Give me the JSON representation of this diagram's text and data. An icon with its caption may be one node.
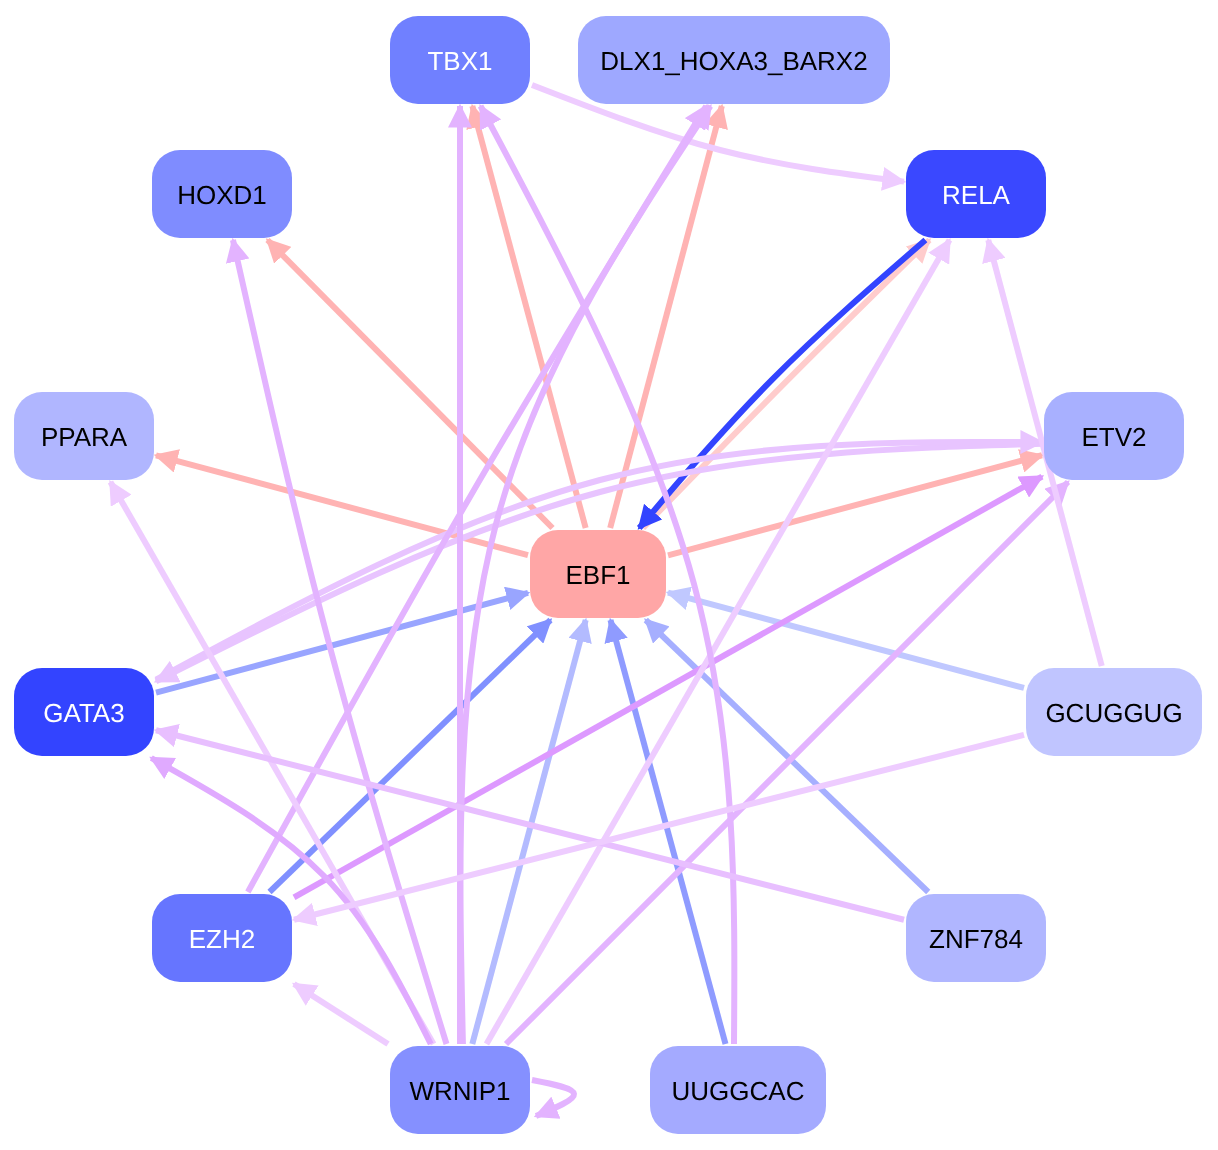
{
  "diagram": {
    "nodes": [
      {
        "text": [
          "TBX1"
        ]
      },
      {
        "text": [
          "DLX1_HOXA3_BARX2"
        ]
      },
      {
        "text": [
          "HOXD1"
        ]
      },
      {
        "text": [
          "RELA"
        ]
      },
      {
        "text": [
          "PPARA"
        ]
      },
      {
        "text": [
          "ETV2"
        ]
      },
      {
        "text": [
          "EBF1"
        ]
      },
      {
        "text": [
          "GATA3"
        ]
      },
      {
        "text": [
          "GCUGGUG"
        ]
      },
      {
        "text": [
          "EZH2"
        ]
      },
      {
        "text": [
          "ZNF784"
        ]
      },
      {
        "text": [
          "WRNIP1"
        ]
      },
      {
        "text": [
          "UUGGCAC"
        ]
      }
    ],
    "edges": [
      {
        "from": 6,
        "to": 2,
        "arrow": "to",
        "color": "#ffb3b3"
      },
      {
        "from": 6,
        "to": 0,
        "arrow": "to",
        "color": "#ffb3b3"
      },
      {
        "from": 6,
        "to": 1,
        "arrow": "to",
        "color": "#ffb3b3"
      },
      {
        "from": 6,
        "to": 4,
        "arrow": "to",
        "color": "#ffb3b3"
      },
      {
        "from": 6,
        "to": 5,
        "arrow": "to",
        "color": "#ffb3b3"
      },
      {
        "from": 6,
        "to": 3,
        "arrow": "to",
        "color": "#ffcccc"
      },
      {
        "from": 3,
        "to": 6,
        "arrow": "to",
        "color": "#3344ff"
      },
      {
        "from": 0,
        "to": 3,
        "arrow": "to",
        "color": "#eeccff"
      },
      {
        "from": 7,
        "to": 6,
        "arrow": "to",
        "color": "#99a5ff"
      },
      {
        "from": 9,
        "to": 6,
        "arrow": "to",
        "color": "#8090ff"
      },
      {
        "from": 11,
        "to": 6,
        "arrow": "to",
        "color": "#b3bbff"
      },
      {
        "from": 12,
        "to": 6,
        "arrow": "to",
        "color": "#8f9bff"
      },
      {
        "from": 10,
        "to": 6,
        "arrow": "to",
        "color": "#a6afff"
      },
      {
        "from": 8,
        "to": 6,
        "arrow": "to",
        "color": "#c0c8ff"
      },
      {
        "from": 5,
        "to": 7,
        "arrow": "to",
        "color": "#e8c4ff"
      },
      {
        "from": 7,
        "to": 5,
        "arrow": "to",
        "color": "#e8c4ff"
      },
      {
        "from": 9,
        "to": 5,
        "arrow": "to",
        "color": "#dd99ff"
      },
      {
        "from": 11,
        "to": 5,
        "arrow": "to"
      },
      {
        "from": 8,
        "to": 3,
        "arrow": "to",
        "color": "#eeccff"
      },
      {
        "from": 11,
        "to": 3,
        "arrow": "to",
        "color": "#eeccff"
      },
      {
        "from": 9,
        "to": 1,
        "arrow": "to"
      },
      {
        "from": 11,
        "to": 1,
        "arrow": "to"
      },
      {
        "from": 11,
        "to": 0,
        "arrow": "to"
      },
      {
        "from": 12,
        "to": 0,
        "arrow": "to"
      },
      {
        "from": 11,
        "to": 2,
        "arrow": "to"
      },
      {
        "from": 11,
        "to": 4,
        "arrow": "to",
        "color": "#eeccff"
      },
      {
        "from": 11,
        "to": 7,
        "arrow": "to",
        "color": "#e0aaff"
      },
      {
        "from": 10,
        "to": 7,
        "arrow": "to",
        "color": "#e8bfff"
      },
      {
        "from": 8,
        "to": 9,
        "arrow": "to",
        "color": "#eeccff"
      },
      {
        "from": 11,
        "to": 9,
        "arrow": "to",
        "color": "#eeccff"
      },
      {
        "from": 11,
        "to": 11,
        "arrow": "to"
      }
    ]
  }
}
